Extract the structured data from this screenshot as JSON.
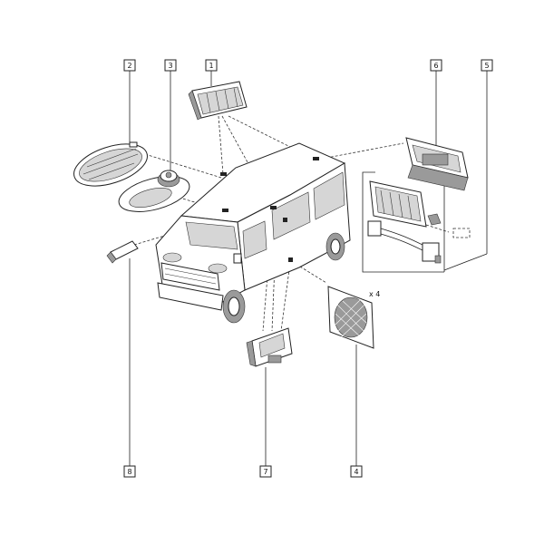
{
  "callouts": {
    "c1": "1",
    "c2": "2",
    "c3": "3",
    "c4": "4",
    "c5": "5",
    "c6": "6",
    "c7": "7",
    "c8": "8"
  },
  "quantity_note": "x 4"
}
